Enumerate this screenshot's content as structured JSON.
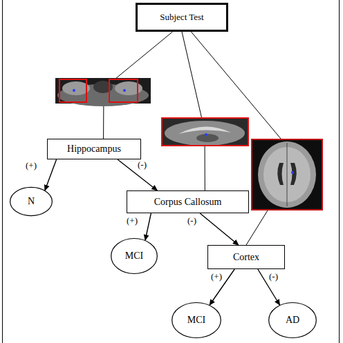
{
  "diagram": {
    "nodes": [
      {
        "text": [
          "Subject Test"
        ]
      },
      {
        "text": [
          "Hippocampus"
        ]
      },
      {
        "text": [
          "N"
        ]
      },
      {
        "text": [
          "Corpus Callosum"
        ]
      },
      {
        "text": [
          "MCI"
        ]
      },
      {
        "text": [
          "Cortex"
        ]
      },
      {
        "text": [
          "MCI"
        ]
      },
      {
        "text": [
          "AD"
        ]
      }
    ],
    "edges": [
      {
        "from": 0,
        "to": 1,
        "arrow": "none"
      },
      {
        "from": 0,
        "to": 3,
        "arrow": "none"
      },
      {
        "from": 0,
        "to": 5,
        "arrow": "none"
      },
      {
        "from": 1,
        "to": 2,
        "label": "(+)",
        "arrow": "to"
      },
      {
        "from": 1,
        "to": 3,
        "label": "(-)",
        "arrow": "to"
      },
      {
        "from": 3,
        "to": 4,
        "label": "(+)",
        "arrow": "to"
      },
      {
        "from": 3,
        "to": 5,
        "label": "(-)",
        "arrow": "to"
      },
      {
        "from": 5,
        "to": 6,
        "label": "(+)",
        "arrow": "to"
      },
      {
        "from": 5,
        "to": 7,
        "label": "(-)",
        "arrow": "to"
      }
    ]
  }
}
